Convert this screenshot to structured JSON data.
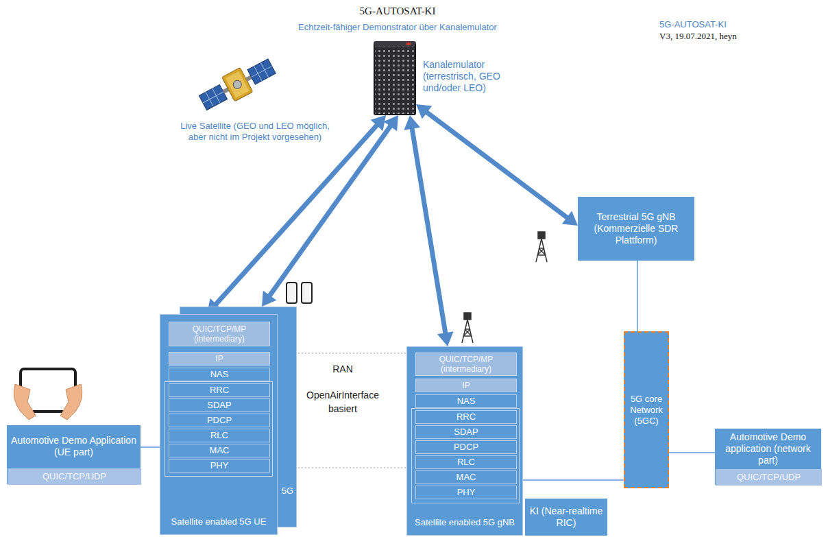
{
  "diagram": {
    "title": "5G-AUTOSAT-KI",
    "nodes": [
      {
        "text": [
          "Kanalemulator (terrestrisch, GEO und/oder LEO)"
        ]
      },
      {
        "text": [
          "Terrestrial 5G gNB (Kommerzielle SDR Plattform)"
        ]
      },
      {
        "text": [
          "5G"
        ]
      },
      {
        "text": [
          "Satellite enabled 5G UE"
        ]
      },
      {
        "text": [
          "QUIC/TCP/MP (intermediary)"
        ],
        "in": 3
      },
      {
        "text": [
          "IP"
        ],
        "in": 3
      },
      {
        "text": [
          "NAS"
        ],
        "in": 3
      },
      {
        "text": [
          "RRC"
        ],
        "in": 3
      },
      {
        "text": [
          "SDAP"
        ],
        "in": 3
      },
      {
        "text": [
          "PDCP"
        ],
        "in": 3
      },
      {
        "text": [
          "RLC"
        ],
        "in": 3
      },
      {
        "text": [
          "MAC"
        ],
        "in": 3
      },
      {
        "text": [
          "PHY"
        ],
        "in": 3
      },
      {
        "text": [
          "Satellite enabled 5G gNB"
        ]
      },
      {
        "text": [
          "QUIC/TCP/MP (intermediary)"
        ],
        "in": 13
      },
      {
        "text": [
          "IP"
        ],
        "in": 13
      },
      {
        "text": [
          "NAS"
        ],
        "in": 13
      },
      {
        "text": [
          "RRC"
        ],
        "in": 13
      },
      {
        "text": [
          "SDAP"
        ],
        "in": 13
      },
      {
        "text": [
          "PDCP"
        ],
        "in": 13
      },
      {
        "text": [
          "RLC"
        ],
        "in": 13
      },
      {
        "text": [
          "MAC"
        ],
        "in": 13
      },
      {
        "text": [
          "PHY"
        ],
        "in": 13
      },
      {
        "text": [
          "Automotive Demo Application (UE part)"
        ]
      },
      {
        "text": [
          "QUIC/TCP/UDP"
        ],
        "in": 23
      },
      {
        "text": [
          "5G core Network (5GC)"
        ]
      },
      {
        "text": [
          "KI (Near-realtime RIC)"
        ]
      },
      {
        "text": [
          "Automotive Demo application (network part)"
        ]
      },
      {
        "text": [
          "QUIC/TCP/UDP"
        ],
        "in": 27
      }
    ],
    "edges": [
      {
        "from": 0,
        "to": 3,
        "arrow": "both"
      },
      {
        "from": 0,
        "to": 2,
        "arrow": "both"
      },
      {
        "from": 0,
        "to": 13,
        "arrow": "both"
      },
      {
        "from": 0,
        "to": 1,
        "arrow": "both"
      },
      {
        "from": 3,
        "to": 13,
        "arrow": "none"
      },
      {
        "from": 3,
        "to": 13,
        "arrow": "none"
      },
      {
        "from": 23,
        "to": 3,
        "arrow": "none"
      },
      {
        "from": 13,
        "to": 25,
        "arrow": "none"
      },
      {
        "from": 1,
        "to": 25,
        "arrow": "none"
      },
      {
        "from": 25,
        "to": 27,
        "arrow": "none"
      }
    ],
    "labels": [
      "Echtzeit-fähiger Demonstrator über Kanalemulator",
      "5G-AUTOSAT-KI",
      "V3, 19.07.2021, heyn",
      "Live Satellite (GEO und LEO möglich, aber nicht im Projekt vorgesehen)",
      "RAN",
      "OpenAirInterface basiert"
    ]
  }
}
